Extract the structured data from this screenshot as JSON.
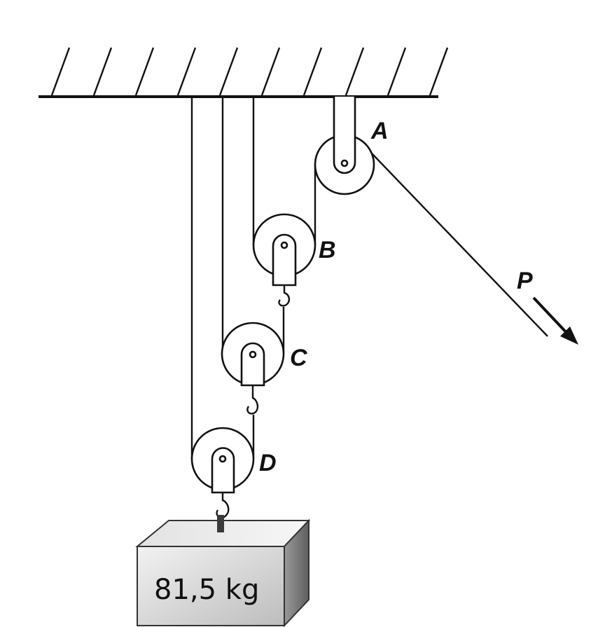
{
  "labels": {
    "a": "A",
    "b": "B",
    "c": "C",
    "d": "D",
    "p": "P"
  },
  "load": {
    "mass": "81,5 kg"
  },
  "colors": {
    "line": "#111111",
    "box_front": "#d8d8d8",
    "box_top": "#ececec",
    "box_side": "#8a8a8a"
  }
}
